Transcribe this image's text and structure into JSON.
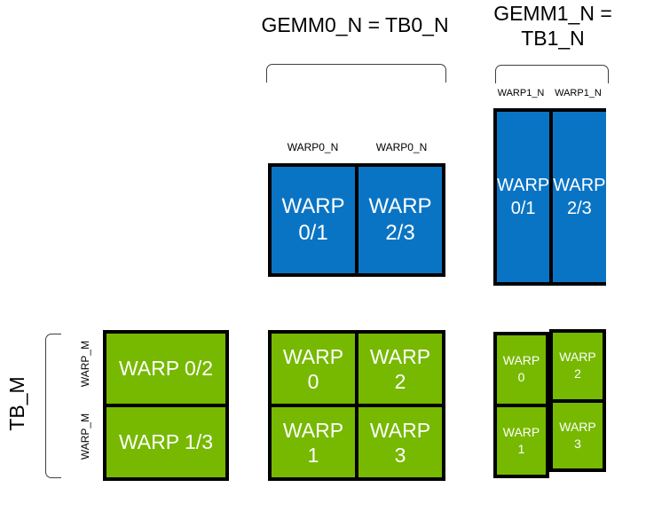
{
  "colors": {
    "blue": "#0a74c4",
    "green": "#76b900",
    "bracket": "#3f3f3f",
    "border": "#000000",
    "box_text": "#ffffff"
  },
  "labels": {
    "gemm0_title": "GEMM0_N = TB0_N",
    "gemm1_title_line1": "GEMM1_N =",
    "gemm1_title_line2": "TB1_N",
    "tb_m": "TB_M",
    "warp_m": [
      "WARP_M",
      "WARP_M"
    ],
    "warp0_n": [
      "WARP0_N",
      "WARP0_N"
    ],
    "warp1_n": [
      "WARP1_N",
      "WARP1_N"
    ]
  },
  "grids": {
    "blue_mid": {
      "cells": [
        {
          "l1": "WARP",
          "l2": "0/1"
        },
        {
          "l1": "WARP",
          "l2": "2/3"
        }
      ]
    },
    "blue_right": {
      "cells": [
        {
          "l1": "WARP",
          "l2": "0/1"
        },
        {
          "l1": "WARP",
          "l2": "2/3"
        }
      ]
    },
    "green_left": {
      "cells": [
        {
          "l1": "WARP 0/2"
        },
        {
          "l1": "WARP 1/3"
        }
      ]
    },
    "green_mid": {
      "cells": [
        {
          "l1": "WARP",
          "l2": "0"
        },
        {
          "l1": "WARP",
          "l2": "2"
        },
        {
          "l1": "WARP",
          "l2": "1"
        },
        {
          "l1": "WARP",
          "l2": "3"
        }
      ]
    },
    "green_right": {
      "col_left": [
        {
          "l1": "WARP",
          "l2": "0"
        },
        {
          "l1": "WARP",
          "l2": "1"
        }
      ],
      "col_right": [
        {
          "l1": "WARP",
          "l2": "2"
        },
        {
          "l1": "WARP",
          "l2": "3"
        }
      ]
    }
  }
}
